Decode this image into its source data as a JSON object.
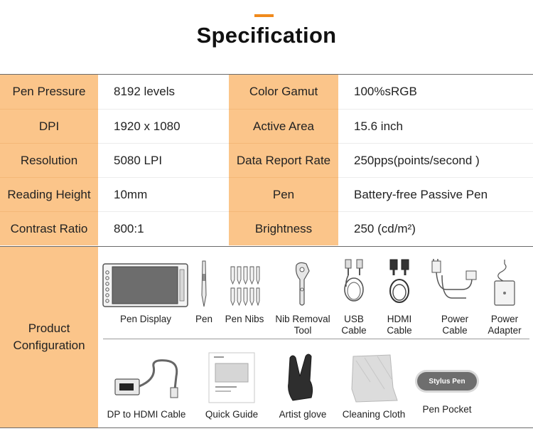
{
  "title": "Specification",
  "specs": [
    {
      "label_a": "Pen Pressure",
      "value_a": "8192 levels",
      "label_b": "Color Gamut",
      "value_b": "100%sRGB"
    },
    {
      "label_a": "DPI",
      "value_a": "1920 x 1080",
      "label_b": "Active Area",
      "value_b": "15.6 inch"
    },
    {
      "label_a": "Resolution",
      "value_a": "5080 LPI",
      "label_b": "Data Report Rate",
      "value_b": "250pps(points/second )"
    },
    {
      "label_a": "Reading Height",
      "value_a": "10mm",
      "label_b": "Pen",
      "value_b": "Battery-free Passive Pen"
    },
    {
      "label_a": "Contrast Ratio",
      "value_a": "800:1",
      "label_b": "Brightness",
      "value_b": "250 (cd/m²)"
    }
  ],
  "config": {
    "label_line1": "Product",
    "label_line2": "Configuration",
    "row1": [
      {
        "line1": "Pen Display",
        "line2": ""
      },
      {
        "line1": "Pen",
        "line2": ""
      },
      {
        "line1": "Pen Nibs",
        "line2": ""
      },
      {
        "line1": "Nib Removal",
        "line2": "Tool"
      },
      {
        "line1": "USB",
        "line2": "Cable"
      },
      {
        "line1": "HDMI",
        "line2": "Cable"
      },
      {
        "line1": "Power",
        "line2": "Cable"
      },
      {
        "line1": "Power",
        "line2": "Adapter"
      }
    ],
    "row2": [
      {
        "line1": "DP to HDMI Cable"
      },
      {
        "line1": "Quick Guide"
      },
      {
        "line1": "Artist glove"
      },
      {
        "line1": "Cleaning Cloth"
      },
      {
        "line1": "Pen Pocket"
      }
    ],
    "pocket_text": "Stylus Pen"
  },
  "colors": {
    "accent": "#f08a1c",
    "label_bg": "#fbc58a"
  }
}
